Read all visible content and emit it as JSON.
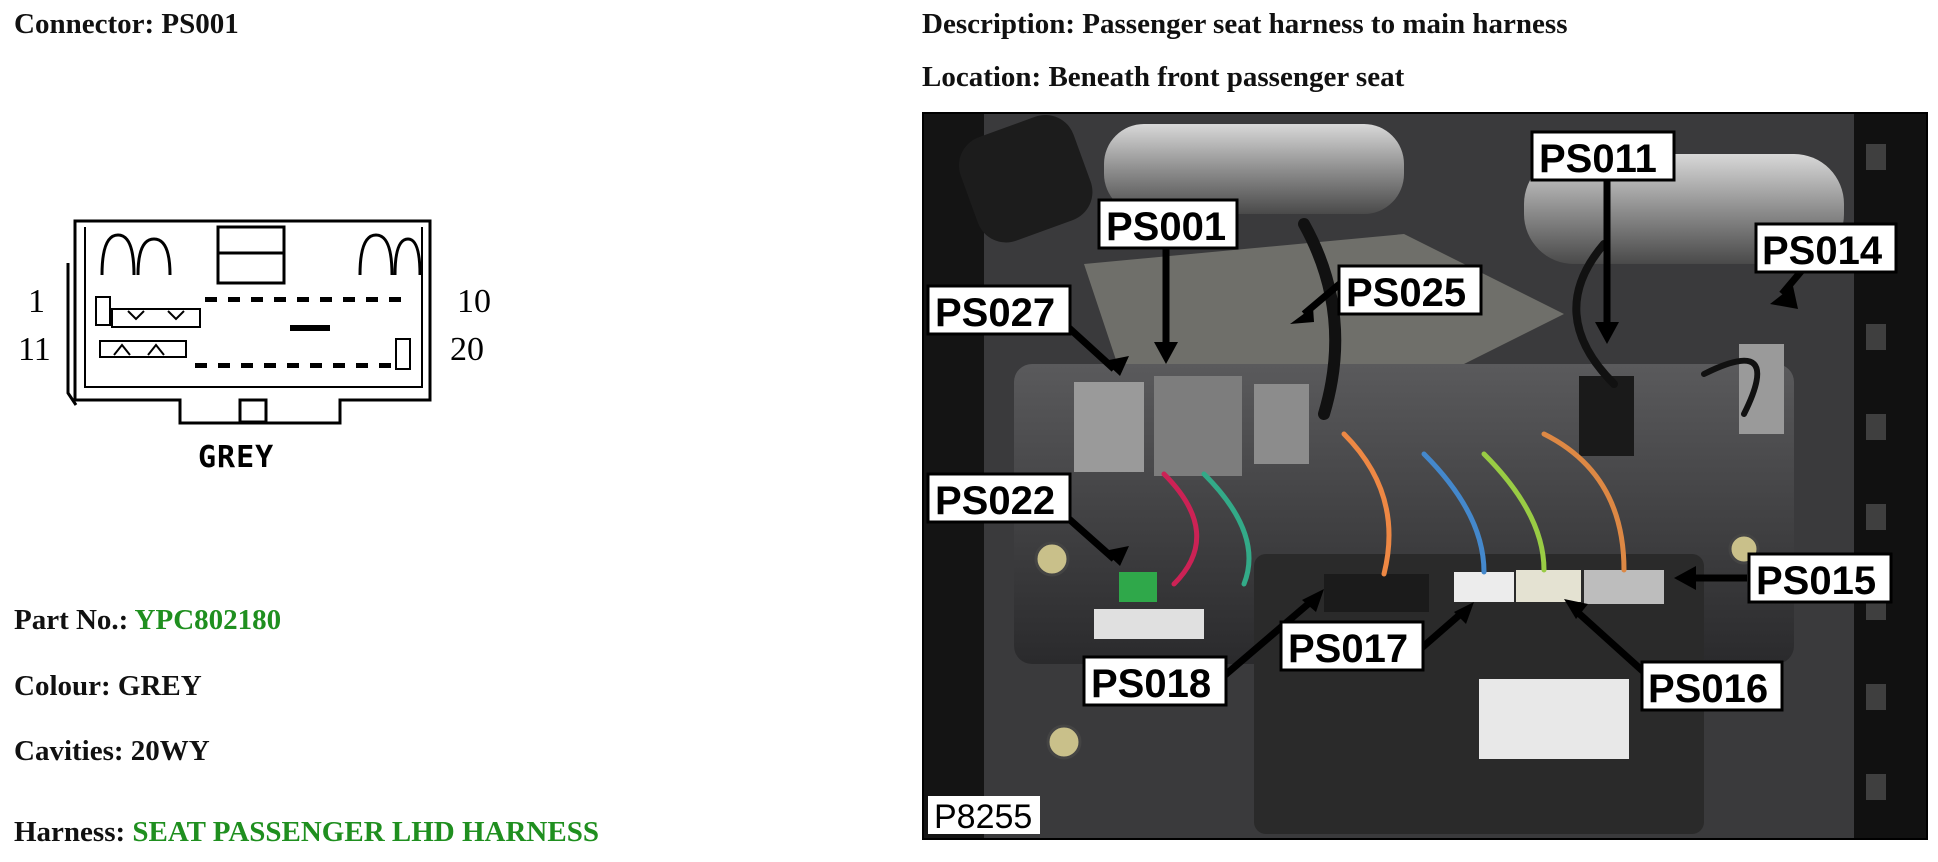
{
  "connector": {
    "label": "Connector:",
    "value": "PS001"
  },
  "description": {
    "label": "Description:",
    "value": "Passenger seat harness to main harness"
  },
  "location": {
    "label": "Location:",
    "value": "Beneath front passenger seat"
  },
  "diagram": {
    "pins": {
      "top_left": "1",
      "bottom_left": "11",
      "top_right": "10",
      "bottom_right": "20"
    },
    "colour_label": "GREY"
  },
  "part_no": {
    "label": "Part No.:",
    "value": "YPC802180"
  },
  "colour": {
    "label": "Colour:",
    "value": "GREY"
  },
  "cavities": {
    "label": "Cavities:",
    "value": "20WY"
  },
  "harness": {
    "label": "Harness:",
    "value": "SEAT PASSENGER LHD HARNESS"
  },
  "photo": {
    "id": "P8255",
    "callouts": {
      "ps001": "PS001",
      "ps011": "PS011",
      "ps014": "PS014",
      "ps025": "PS025",
      "ps027": "PS027",
      "ps022": "PS022",
      "ps015": "PS015",
      "ps018": "PS018",
      "ps017": "PS017",
      "ps016": "PS016"
    }
  },
  "colors": {
    "link_green": "#1f8f1f",
    "text": "#111111"
  }
}
